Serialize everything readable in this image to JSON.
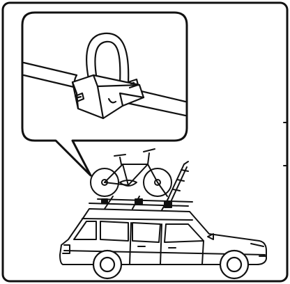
{
  "figure": {
    "kind": "instructional-illustration",
    "parts": [
      "outer-frame",
      "callout-bubble",
      "crossbar-detail",
      "strap-clamp",
      "bicycle",
      "roof-rack",
      "station-wagon"
    ],
    "colors": {
      "ink": "#111111",
      "background": "#ffffff",
      "highlight": "#f2f2f2"
    }
  }
}
